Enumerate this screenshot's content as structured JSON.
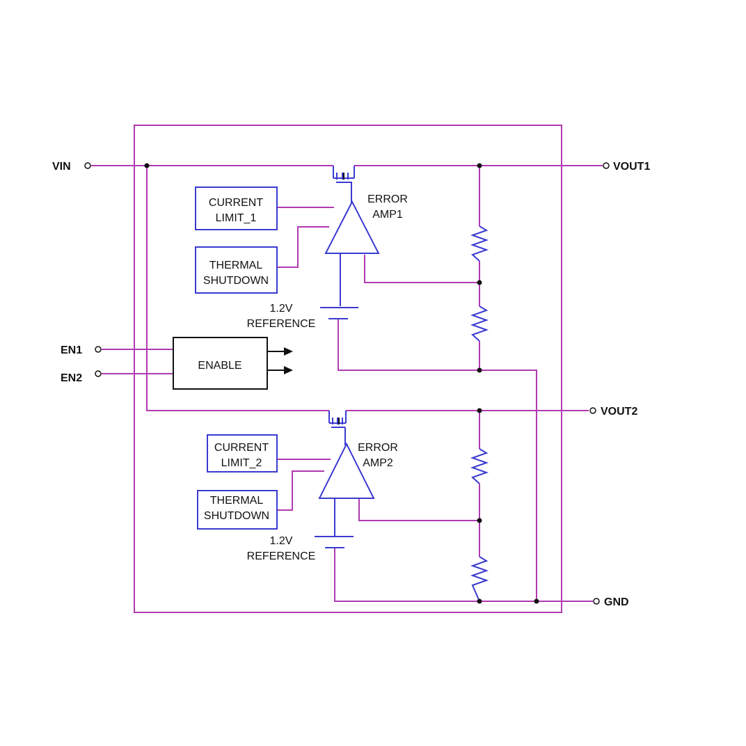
{
  "pins": {
    "vin": "VIN",
    "vout1": "VOUT1",
    "vout2": "VOUT2",
    "en1": "EN1",
    "en2": "EN2",
    "gnd": "GND"
  },
  "channel1": {
    "current_limit": [
      "CURRENT",
      "LIMIT_1"
    ],
    "thermal": [
      "THERMAL",
      "SHUTDOWN"
    ],
    "amp": [
      "ERROR",
      "AMP1"
    ],
    "reference": [
      "1.2V",
      "REFERENCE"
    ]
  },
  "channel2": {
    "current_limit": [
      "CURRENT",
      "LIMIT_2"
    ],
    "thermal": [
      "THERMAL",
      "SHUTDOWN"
    ],
    "amp": [
      "ERROR",
      "AMP2"
    ],
    "reference": [
      "1.2V",
      "REFERENCE"
    ]
  },
  "enable_block": "ENABLE",
  "colors": {
    "wire": "#b03ab0",
    "component": "#3a3ad0",
    "ink": "#111111"
  }
}
